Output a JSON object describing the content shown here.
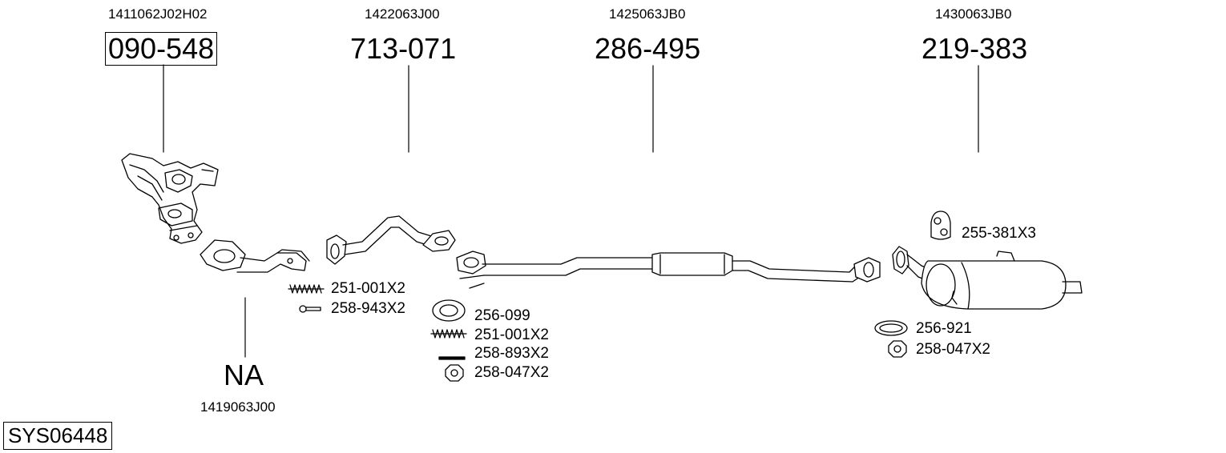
{
  "assembly_code": "SYS06448",
  "sections": [
    {
      "oem": "1411062J02H02",
      "part": "090-548",
      "boxed": true
    },
    {
      "oem": "1422063J00",
      "part": "713-071",
      "boxed": false
    },
    {
      "oem": "1425063JB0",
      "part": "286-495",
      "boxed": false
    },
    {
      "oem": "1430063JB0",
      "part": "219-383",
      "boxed": false
    }
  ],
  "not_available": {
    "label": "NA",
    "oem": "1419063J00"
  },
  "accessories": [
    {
      "icon": "spring-icon",
      "label": "251-001X2"
    },
    {
      "icon": "bolt-icon",
      "label": "258-943X2"
    },
    {
      "icon": "gasket-ring-icon",
      "label": "256-099"
    },
    {
      "icon": "spring-icon",
      "label": "251-001X2"
    },
    {
      "icon": "bolt-icon",
      "label": "258-893X2"
    },
    {
      "icon": "nut-icon",
      "label": "258-047X2"
    },
    {
      "icon": "rubber-hanger-icon",
      "label": "255-381X3"
    },
    {
      "icon": "gasket-ring-icon",
      "label": "256-921"
    },
    {
      "icon": "nut-icon",
      "label": "258-047X2"
    }
  ],
  "components": [
    {
      "icon": "exhaust-manifold-icon"
    },
    {
      "icon": "front-pipe-icon"
    },
    {
      "icon": "intermediate-pipe-icon"
    },
    {
      "icon": "center-silencer-icon"
    },
    {
      "icon": "rear-silencer-icon"
    }
  ]
}
